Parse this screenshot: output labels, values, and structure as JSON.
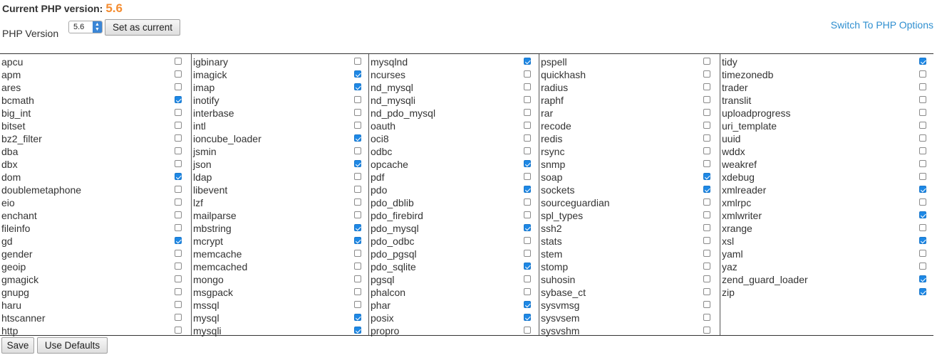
{
  "header": {
    "current_label": "Current PHP version:",
    "current_value": "5.6",
    "php_version_label": "PHP Version",
    "selected_version": "5.6",
    "set_current_label": "Set as current",
    "switch_link": "Switch To PHP Options"
  },
  "columns": [
    [
      {
        "name": "apcu",
        "checked": false
      },
      {
        "name": "apm",
        "checked": false
      },
      {
        "name": "ares",
        "checked": false
      },
      {
        "name": "bcmath",
        "checked": true
      },
      {
        "name": "big_int",
        "checked": false
      },
      {
        "name": "bitset",
        "checked": false
      },
      {
        "name": "bz2_filter",
        "checked": false
      },
      {
        "name": "dba",
        "checked": false
      },
      {
        "name": "dbx",
        "checked": false
      },
      {
        "name": "dom",
        "checked": true
      },
      {
        "name": "doublemetaphone",
        "checked": false
      },
      {
        "name": "eio",
        "checked": false
      },
      {
        "name": "enchant",
        "checked": false
      },
      {
        "name": "fileinfo",
        "checked": false
      },
      {
        "name": "gd",
        "checked": true
      },
      {
        "name": "gender",
        "checked": false
      },
      {
        "name": "geoip",
        "checked": false
      },
      {
        "name": "gmagick",
        "checked": false
      },
      {
        "name": "gnupg",
        "checked": false
      },
      {
        "name": "haru",
        "checked": false
      },
      {
        "name": "htscanner",
        "checked": false
      },
      {
        "name": "http",
        "checked": false
      }
    ],
    [
      {
        "name": "igbinary",
        "checked": false
      },
      {
        "name": "imagick",
        "checked": true
      },
      {
        "name": "imap",
        "checked": true
      },
      {
        "name": "inotify",
        "checked": false
      },
      {
        "name": "interbase",
        "checked": false
      },
      {
        "name": "intl",
        "checked": false
      },
      {
        "name": "ioncube_loader",
        "checked": true
      },
      {
        "name": "jsmin",
        "checked": false
      },
      {
        "name": "json",
        "checked": true
      },
      {
        "name": "ldap",
        "checked": false
      },
      {
        "name": "libevent",
        "checked": false
      },
      {
        "name": "lzf",
        "checked": false
      },
      {
        "name": "mailparse",
        "checked": false
      },
      {
        "name": "mbstring",
        "checked": true
      },
      {
        "name": "mcrypt",
        "checked": true
      },
      {
        "name": "memcache",
        "checked": false
      },
      {
        "name": "memcached",
        "checked": false
      },
      {
        "name": "mongo",
        "checked": false
      },
      {
        "name": "msgpack",
        "checked": false
      },
      {
        "name": "mssql",
        "checked": false
      },
      {
        "name": "mysql",
        "checked": true
      },
      {
        "name": "mysqli",
        "checked": true
      }
    ],
    [
      {
        "name": "mysqlnd",
        "checked": true
      },
      {
        "name": "ncurses",
        "checked": false
      },
      {
        "name": "nd_mysql",
        "checked": false
      },
      {
        "name": "nd_mysqli",
        "checked": false
      },
      {
        "name": "nd_pdo_mysql",
        "checked": false
      },
      {
        "name": "oauth",
        "checked": false
      },
      {
        "name": "oci8",
        "checked": false
      },
      {
        "name": "odbc",
        "checked": false
      },
      {
        "name": "opcache",
        "checked": true
      },
      {
        "name": "pdf",
        "checked": false
      },
      {
        "name": "pdo",
        "checked": true
      },
      {
        "name": "pdo_dblib",
        "checked": false
      },
      {
        "name": "pdo_firebird",
        "checked": false
      },
      {
        "name": "pdo_mysql",
        "checked": true
      },
      {
        "name": "pdo_odbc",
        "checked": false
      },
      {
        "name": "pdo_pgsql",
        "checked": false
      },
      {
        "name": "pdo_sqlite",
        "checked": true
      },
      {
        "name": "pgsql",
        "checked": false
      },
      {
        "name": "phalcon",
        "checked": false
      },
      {
        "name": "phar",
        "checked": true
      },
      {
        "name": "posix",
        "checked": true
      },
      {
        "name": "propro",
        "checked": false
      }
    ],
    [
      {
        "name": "pspell",
        "checked": false
      },
      {
        "name": "quickhash",
        "checked": false
      },
      {
        "name": "radius",
        "checked": false
      },
      {
        "name": "raphf",
        "checked": false
      },
      {
        "name": "rar",
        "checked": false
      },
      {
        "name": "recode",
        "checked": false
      },
      {
        "name": "redis",
        "checked": false
      },
      {
        "name": "rsync",
        "checked": false
      },
      {
        "name": "snmp",
        "checked": false
      },
      {
        "name": "soap",
        "checked": true
      },
      {
        "name": "sockets",
        "checked": true
      },
      {
        "name": "sourceguardian",
        "checked": false
      },
      {
        "name": "spl_types",
        "checked": false
      },
      {
        "name": "ssh2",
        "checked": false
      },
      {
        "name": "stats",
        "checked": false
      },
      {
        "name": "stem",
        "checked": false
      },
      {
        "name": "stomp",
        "checked": false
      },
      {
        "name": "suhosin",
        "checked": false
      },
      {
        "name": "sybase_ct",
        "checked": false
      },
      {
        "name": "sysvmsg",
        "checked": false
      },
      {
        "name": "sysvsem",
        "checked": false
      },
      {
        "name": "sysvshm",
        "checked": false
      }
    ],
    [
      {
        "name": "tidy",
        "checked": true
      },
      {
        "name": "timezonedb",
        "checked": false
      },
      {
        "name": "trader",
        "checked": false
      },
      {
        "name": "translit",
        "checked": false
      },
      {
        "name": "uploadprogress",
        "checked": false
      },
      {
        "name": "uri_template",
        "checked": false
      },
      {
        "name": "uuid",
        "checked": false
      },
      {
        "name": "wddx",
        "checked": false
      },
      {
        "name": "weakref",
        "checked": false
      },
      {
        "name": "xdebug",
        "checked": false
      },
      {
        "name": "xmlreader",
        "checked": true
      },
      {
        "name": "xmlrpc",
        "checked": false
      },
      {
        "name": "xmlwriter",
        "checked": true
      },
      {
        "name": "xrange",
        "checked": false
      },
      {
        "name": "xsl",
        "checked": true
      },
      {
        "name": "yaml",
        "checked": false
      },
      {
        "name": "yaz",
        "checked": false
      },
      {
        "name": "zend_guard_loader",
        "checked": true
      },
      {
        "name": "zip",
        "checked": true
      }
    ]
  ],
  "footer": {
    "save_label": "Save",
    "defaults_label": "Use Defaults"
  },
  "colors": {
    "accent_orange": "#f48c30",
    "link_blue": "#2f8fd0",
    "checkbox_blue": "#1e88e5"
  }
}
